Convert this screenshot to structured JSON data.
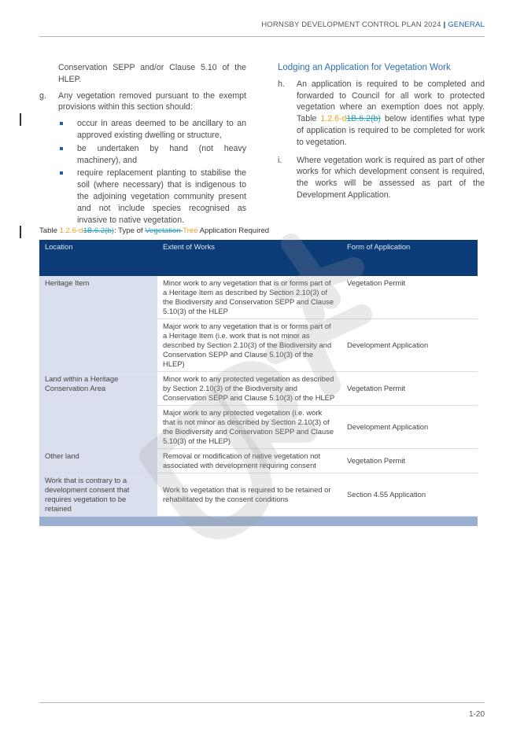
{
  "header": {
    "title": "HORNSBY DEVELOPMENT CONTROL PLAN 2024",
    "separator": "|",
    "section": "GENERAL"
  },
  "left": {
    "continuation": "Conservation SEPP and/or Clause 5.10 of the HLEP.",
    "item_g": {
      "marker": "g.",
      "text": "Any vegetation removed pursuant to the exempt provisions within this section should:"
    },
    "bullets": [
      "occur in areas deemed to be ancillary to an approved existing dwelling or structure,",
      "be undertaken by hand (not heavy machinery), and",
      "require replacement planting to stabilise the soil (where necessary) that is indigenous to the adjoining vegetation community present and not include species recognised as invasive to native vegetation."
    ]
  },
  "right": {
    "heading": "Lodging an Application for Vegetation Work",
    "item_h": {
      "marker": "h.",
      "text_a": "An application is required to be completed and forwarded to Council for all work to protected vegetation where an exemption does not apply. Table ",
      "ref_new": "1.2.6-d",
      "ref_old": "1B.6.2(b)",
      "text_b": " below identifies what type of application is required to be completed for work to vegetation."
    },
    "item_i": {
      "marker": "i.",
      "text": "Where vegetation work is required as part of other works for which development consent is required, the works will be assessed as part of the Development Application."
    }
  },
  "caption": {
    "prefix": "Table ",
    "ref_new": "1.2.6-d",
    "ref_old": "1B.6.2(b)",
    "mid": ": Type of ",
    "word_old": "Vegetation ",
    "word_new": "Tree",
    "suffix": " Application Required"
  },
  "table": {
    "headers": [
      "Location",
      "Extent of Works",
      "Form of Application"
    ],
    "rows": [
      {
        "location": "Heritage Item",
        "extent": "Minor work to any vegetation that is or forms part of a Heritage Item as described by Section 2.10(3) of the Biodiversity and Conservation SEPP and Clause 5.10(3) of the HLEP",
        "form": "Vegetation Permit"
      },
      {
        "location": "",
        "extent": "Major work to any vegetation that is or forms part of a Heritage Item (i.e. work that is not minor as described by Section 2.10(3) of the Biodiversity and Conservation SEPP and Clause 5.10(3) of the HLEP)",
        "form": "Development Application"
      },
      {
        "location": "Land within a Heritage Conservation Area",
        "extent": "Minor work to any protected vegetation as described by Section 2.10(3) of the Biodiversity and Conservation SEPP and Clause 5.10(3) of the HLEP",
        "form": "Vegetation Permit"
      },
      {
        "location": "",
        "extent": "Major work to any protected vegetation (i.e. work that is not minor as described by Section 2.10(3) of the Biodiversity and Conservation SEPP and Clause 5.10(3) of the HLEP)",
        "form": "Development Application"
      },
      {
        "location": "Other land",
        "extent": "Removal or modification of native vegetation not associated with development requiring consent",
        "form": "Vegetation Permit"
      },
      {
        "location": "Work that is contrary to a development consent that requires vegetation to be retained",
        "extent": "Work to vegetation that is required to be retained or rehabilitated by the consent conditions",
        "form": "Section 4.55 Application"
      }
    ]
  },
  "watermark": "DRAFT",
  "page_number": "1-20"
}
